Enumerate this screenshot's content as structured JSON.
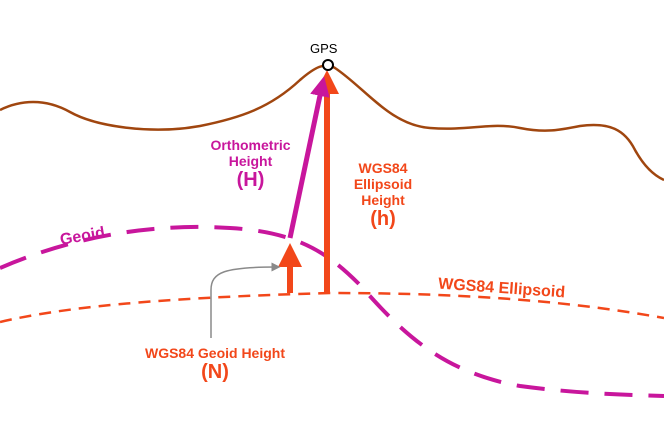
{
  "labels": {
    "gps": "GPS",
    "geoid": "Geoid",
    "ellipsoid": "WGS84 Ellipsoid",
    "orthometric": [
      "Orthometric",
      "Height",
      "(H)"
    ],
    "ellipsoid_height": [
      "WGS84",
      "Ellipsoid",
      "Height",
      "(h)"
    ],
    "geoid_height": [
      "WGS84 Geoid Height",
      "(N)"
    ]
  },
  "colors": {
    "terrain": "#a0460f",
    "geoid": "#c8169c",
    "ellipsoid": "#f2471a",
    "pointer": "#8a8a8a"
  }
}
